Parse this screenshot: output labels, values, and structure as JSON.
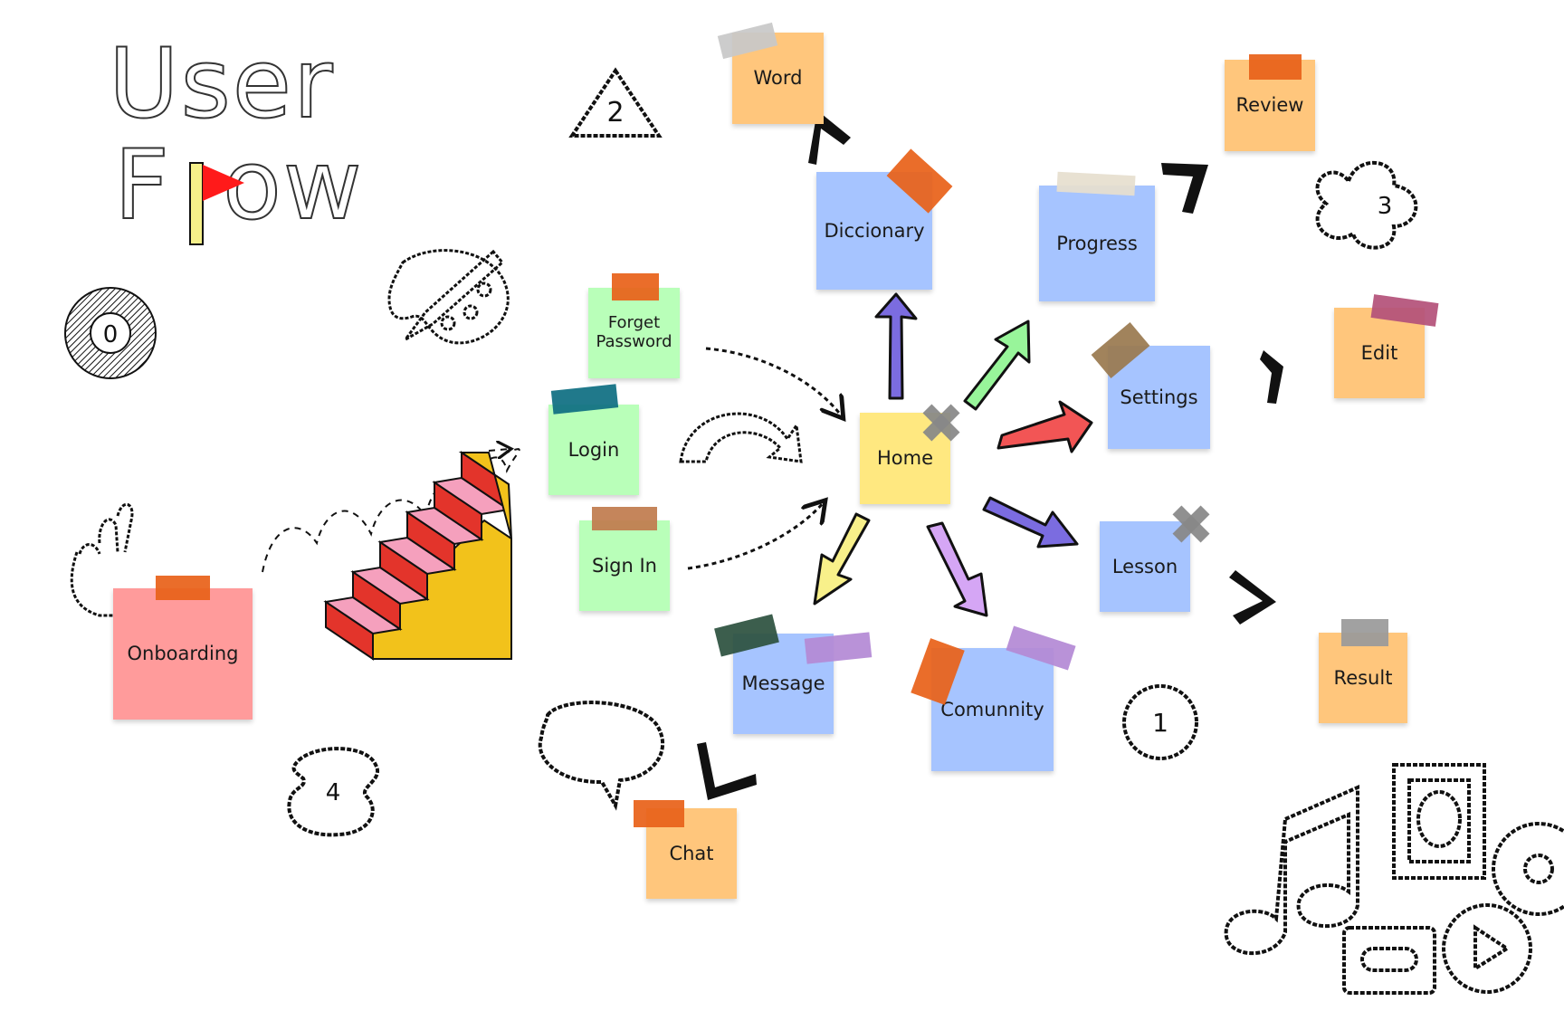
{
  "board": {
    "title_line1": "User",
    "title_line2_a": "F",
    "title_line2_b": "ow"
  },
  "notes": {
    "onboarding": "Onboarding",
    "forget_password_1": "Forget",
    "forget_password_2": "Password",
    "login": "Login",
    "sign_in": "Sign In",
    "home": "Home",
    "word": "Word",
    "diccionary": "Diccionary",
    "progress": "Progress",
    "review": "Review",
    "settings": "Settings",
    "edit": "Edit",
    "lesson": "Lesson",
    "result": "Result",
    "message": "Message",
    "chat": "Chat",
    "comunnity": "Comunnity"
  },
  "badges": {
    "triangle": "2",
    "flower": "3",
    "circle": "1",
    "squircle": "4",
    "disc": "0"
  },
  "colors": {
    "note_pink": "#ff9b9b",
    "note_green": "#b9ffb9",
    "note_blue": "#a6c4ff",
    "note_yellow": "#ffe880",
    "note_orange": "#ffc67c",
    "tape_orange": "#e8621a",
    "arrow_purple": "#7b6ce0",
    "arrow_green": "#98f59a",
    "arrow_red": "#f25555",
    "arrow_yellow": "#f8f08a",
    "arrow_lilac": "#d5a6f5",
    "stairs_red": "#e3342b",
    "stairs_pink": "#f5a0bd",
    "stairs_yellow": "#f2c21b",
    "flag_red": "#ff1a1a"
  },
  "icons": [
    "palette-icon",
    "crossed-fingers-icon",
    "stairs-icon",
    "speech-bubble-icon",
    "music-note-icon",
    "picture-frame-icon",
    "cd-icon",
    "cassette-icon",
    "play-button-icon",
    "vinyl-icon"
  ]
}
